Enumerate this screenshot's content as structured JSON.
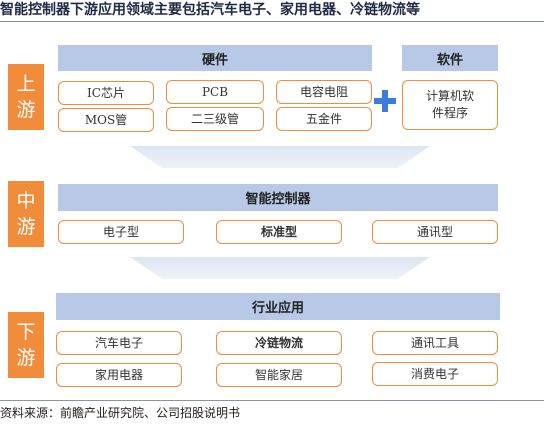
{
  "title": "智能控制器下游应用领域主要包括汽车电子、家用电器、冷链物流等",
  "upstream": {
    "stage_label": [
      "上",
      "游"
    ],
    "hardware_header": "硬件",
    "software_header": "软件",
    "hardware_items": [
      "IC芯片",
      "PCB",
      "电容电阻",
      "MOS管",
      "二三级管",
      "五金件"
    ],
    "software_item": "计算机软件程序"
  },
  "midstream": {
    "stage_label": [
      "中",
      "游"
    ],
    "header": "智能控制器",
    "items": [
      "电子型",
      "标准型",
      "通讯型"
    ]
  },
  "downstream": {
    "stage_label": [
      "下",
      "游"
    ],
    "header": "行业应用",
    "items": [
      "汽车电子",
      "冷链物流",
      "通讯工具",
      "家用电器",
      "智能家居",
      "消费电子"
    ]
  },
  "source": "资料来源：前瞻产业研究院、公司招股说明书",
  "colors": {
    "accent_orange": "#f08c3a",
    "header_blue": "#b7c9e6",
    "plus_blue": "#3b7dd8"
  }
}
